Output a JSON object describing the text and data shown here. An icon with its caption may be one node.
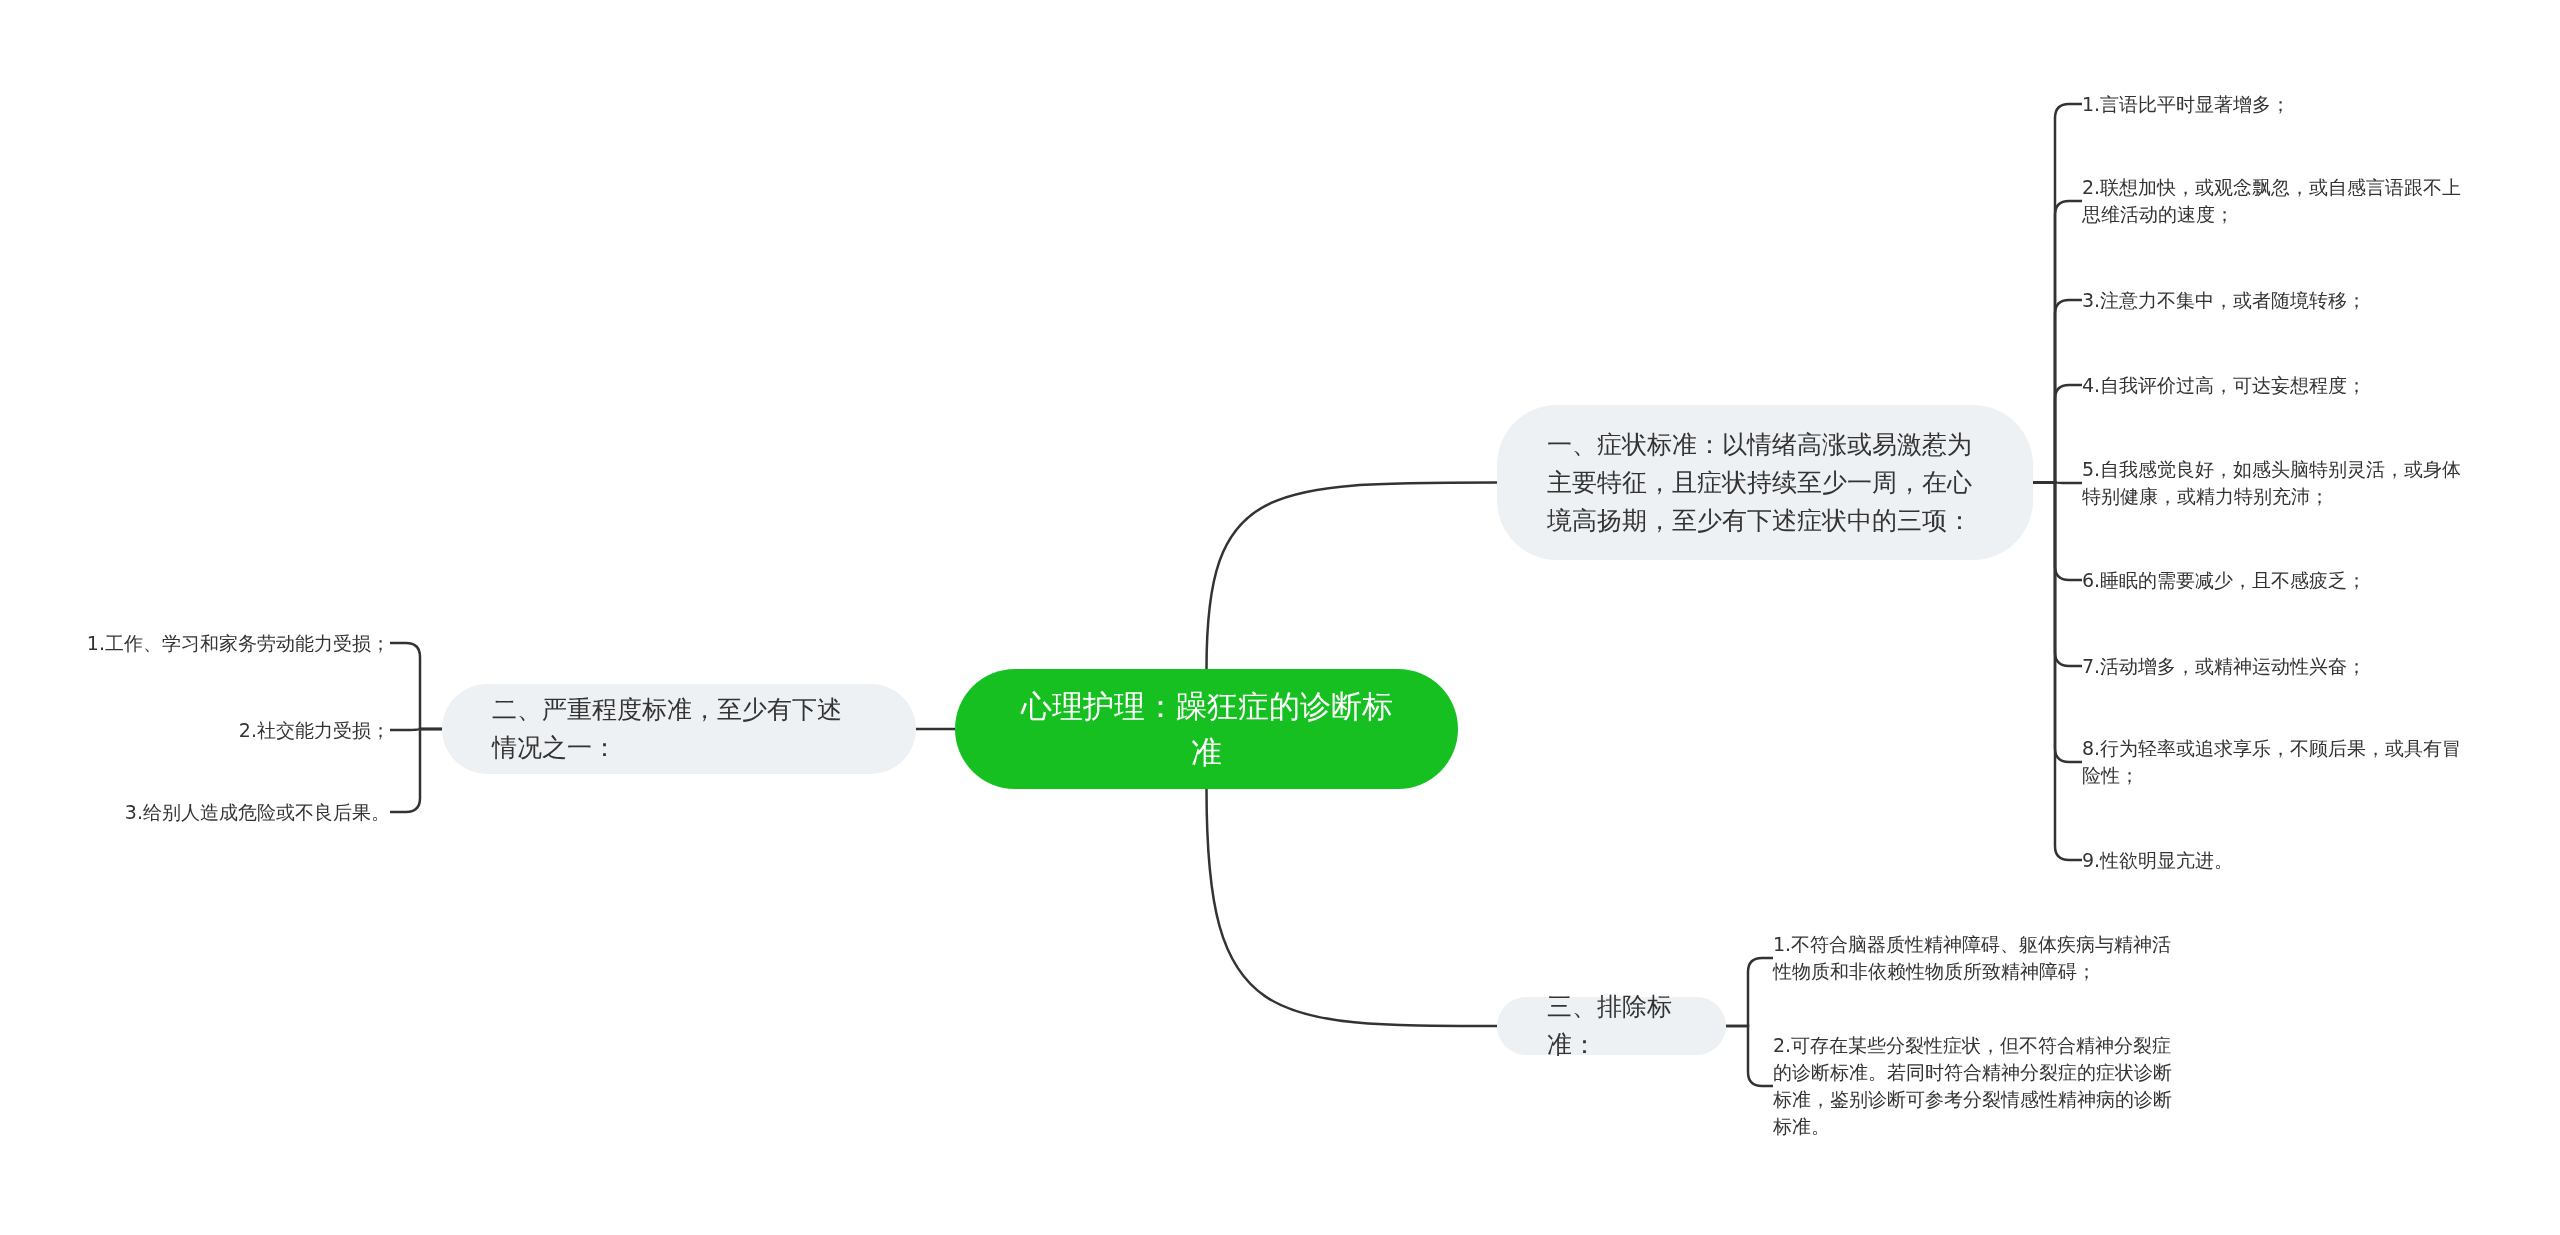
{
  "diagram": {
    "nodes": [
      {
        "text": [
          "心理护理：躁狂症的诊断标准"
        ]
      },
      {
        "text": [
          "一、症状标准：以情绪高涨或易激惹为主要特征，且症状持续至少一周，在心境高扬期，至少有下述症状中的三项："
        ]
      },
      {
        "text": [
          "1.言语比平时显著增多；"
        ]
      },
      {
        "text": [
          "2.联想加快，或观念飘忽，或自感言语跟不上思维活动的速度；"
        ]
      },
      {
        "text": [
          "3.注意力不集中，或者随境转移；"
        ]
      },
      {
        "text": [
          "4.自我评价过高，可达妄想程度；"
        ]
      },
      {
        "text": [
          "5.自我感觉良好，如感头脑特别灵活，或身体特别健康，或精力特别充沛；"
        ]
      },
      {
        "text": [
          "6.睡眠的需要减少，且不感疲乏；"
        ]
      },
      {
        "text": [
          "7.活动增多，或精神运动性兴奋；"
        ]
      },
      {
        "text": [
          "8.行为轻率或追求享乐，不顾后果，或具有冒险性；"
        ]
      },
      {
        "text": [
          "9.性欲明显亢进。"
        ]
      },
      {
        "text": [
          "二、严重程度标准，至少有下述情况之一："
        ]
      },
      {
        "text": [
          "1.工作、学习和家务劳动能力受损；"
        ]
      },
      {
        "text": [
          "2.社交能力受损；"
        ]
      },
      {
        "text": [
          "3.给别人造成危险或不良后果。"
        ]
      },
      {
        "text": [
          "三、排除标准："
        ]
      },
      {
        "text": [
          "1.不符合脑器质性精神障碍、躯体疾病与精神活性物质和非依赖性物质所致精神障碍；"
        ]
      },
      {
        "text": [
          "2.可存在某些分裂性症状，但不符合精神分裂症的诊断标准。若同时符合精神分裂症的症状诊断标准，鉴别诊断可参考分裂情感性精神病的诊断标准。"
        ]
      }
    ],
    "edges": [
      {
        "from": 0,
        "to": 1,
        "arrow": "none"
      },
      {
        "from": 0,
        "to": 11,
        "arrow": "none"
      },
      {
        "from": 0,
        "to": 15,
        "arrow": "none"
      },
      {
        "from": 1,
        "to": 2,
        "arrow": "none"
      },
      {
        "from": 1,
        "to": 3,
        "arrow": "none"
      },
      {
        "from": 1,
        "to": 4,
        "arrow": "none"
      },
      {
        "from": 1,
        "to": 5,
        "arrow": "none"
      },
      {
        "from": 1,
        "to": 6,
        "arrow": "none"
      },
      {
        "from": 1,
        "to": 7,
        "arrow": "none"
      },
      {
        "from": 1,
        "to": 8,
        "arrow": "none"
      },
      {
        "from": 1,
        "to": 9,
        "arrow": "none"
      },
      {
        "from": 1,
        "to": 10,
        "arrow": "none"
      },
      {
        "from": 11,
        "to": 12,
        "arrow": "none"
      },
      {
        "from": 11,
        "to": 13,
        "arrow": "none"
      },
      {
        "from": 11,
        "to": 14,
        "arrow": "none"
      },
      {
        "from": 15,
        "to": 16,
        "arrow": "none"
      },
      {
        "from": 15,
        "to": 17,
        "arrow": "none"
      }
    ]
  }
}
